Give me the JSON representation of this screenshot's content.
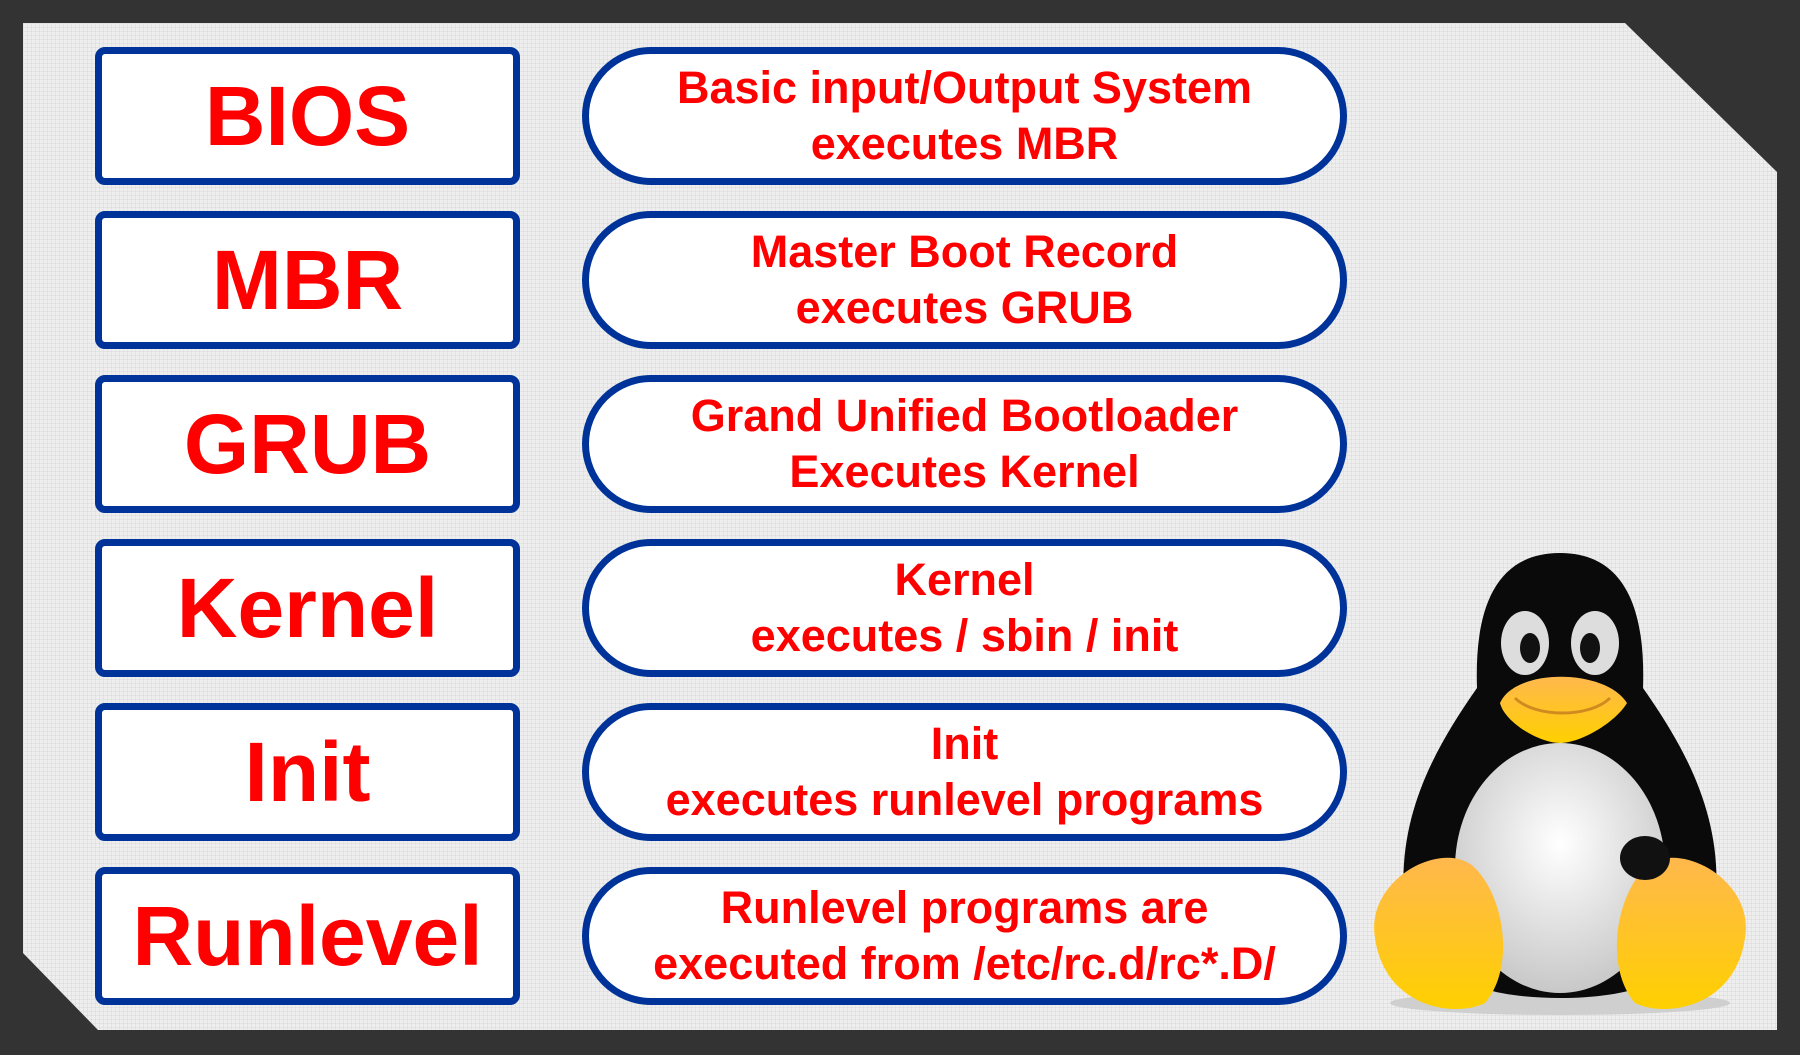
{
  "stages": [
    {
      "name": "BIOS",
      "line1": "Basic input/Output System",
      "line2": "executes MBR"
    },
    {
      "name": "MBR",
      "line1": "Master Boot Record",
      "line2": "executes GRUB"
    },
    {
      "name": "GRUB",
      "line1": "Grand Unified Bootloader",
      "line2": "Executes Kernel"
    },
    {
      "name": "Kernel",
      "line1": "Kernel",
      "line2": "executes / sbin / init"
    },
    {
      "name": "Init",
      "line1": "Init",
      "line2": "executes runlevel programs"
    },
    {
      "name": "Runlevel",
      "line1": "Runlevel programs are",
      "line2": "executed from /etc/rc.d/rc*.D/"
    }
  ],
  "colors": {
    "text": "#ff0000",
    "border": "#003399",
    "frame": "#333333"
  },
  "mascot": "linux-penguin-icon"
}
